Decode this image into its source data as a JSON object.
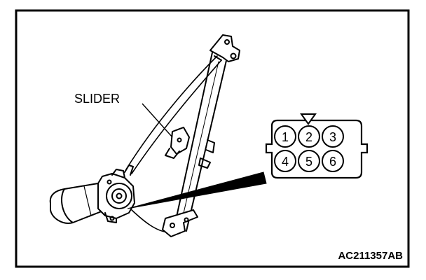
{
  "callouts": {
    "slider_label": "SLIDER"
  },
  "connector": {
    "pins_top": [
      "1",
      "2",
      "3"
    ],
    "pins_bottom": [
      "4",
      "5",
      "6"
    ]
  },
  "figure": {
    "code": "AC211357AB"
  },
  "colors": {
    "line": "#000000",
    "background": "#ffffff"
  }
}
